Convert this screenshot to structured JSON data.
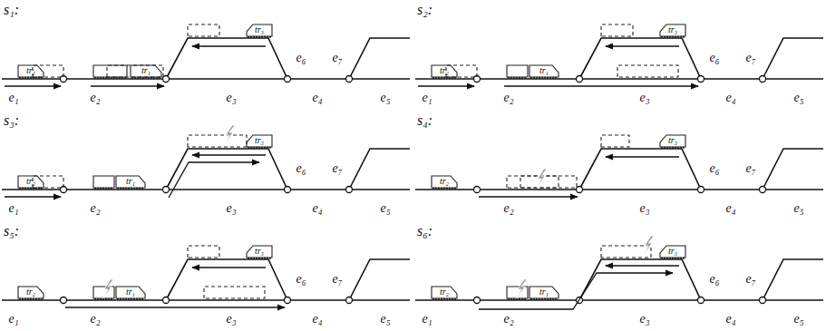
{
  "diagram": {
    "labels": [
      "s₁:",
      "tr₂",
      "tr₁",
      "tr₃",
      "e₁",
      "e₂",
      "e₃",
      "e₄",
      "e₅",
      "e₆",
      "e₇",
      "s₂:",
      "tr₂",
      "tr₁",
      "tr₃",
      "e₁",
      "e₂",
      "e₃",
      "e₄",
      "e₅",
      "e₆",
      "e₇",
      "s₃:",
      "tr₂",
      "tr₁",
      "tr₃",
      "e₁",
      "e₂",
      "e₃",
      "e₄",
      "e₅",
      "e₆",
      "e₇",
      "s₄:",
      "tr₂",
      "tr₃",
      "e₂",
      "e₃",
      "e₄",
      "e₅",
      "e₆",
      "e₇",
      "s₅:",
      "tr₂",
      "tr₁",
      "tr₃",
      "e₁",
      "e₂",
      "e₃",
      "e₄",
      "e₅",
      "e₆",
      "e₇",
      "s₆:",
      "tr₂",
      "tr₁",
      "tr₃",
      "e₁",
      "e₂",
      "e₃",
      "e₄",
      "e₅",
      "e₆",
      "e₇"
    ]
  }
}
